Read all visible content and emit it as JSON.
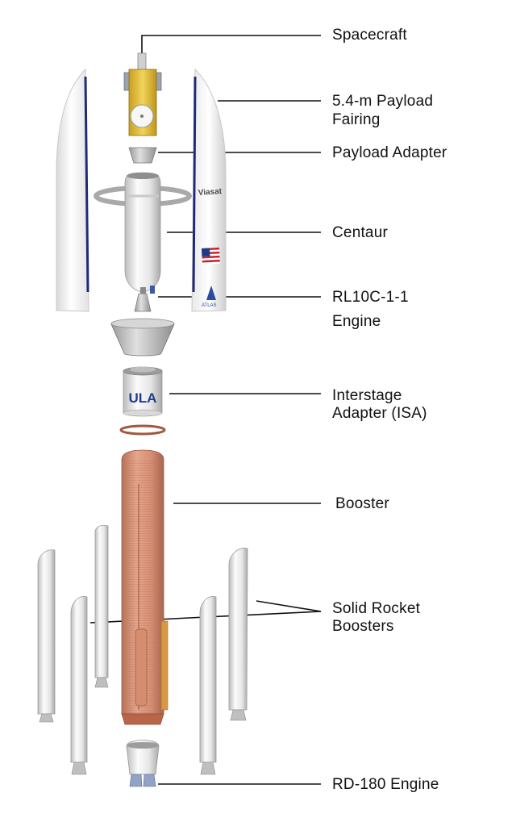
{
  "callouts": {
    "spacecraft": "Spacecraft",
    "fairing_line1": "5.4-m Payload",
    "fairing_line2": "Fairing",
    "payload_adapter": "Payload Adapter",
    "centaur": "Centaur",
    "rl10_line1": "RL10C-1-1",
    "rl10_line2": "Engine",
    "isa_line1": "Interstage",
    "isa_line2": "Adapter (ISA)",
    "booster": "Booster",
    "srb_line1": "Solid Rocket",
    "srb_line2": "Boosters",
    "rd180": "RD-180 Engine"
  },
  "markings": {
    "fairing_logo": "Viasat",
    "isa_logo": "ULA",
    "fairing_small": "ATLAS"
  },
  "colors": {
    "booster_orange": "#d9957a",
    "fairing_white": "#f4f4f4",
    "stripe_blue": "#1f2a7a",
    "ula_blue": "#1c3d8f",
    "spacecraft_gold": "#e5c33a"
  }
}
